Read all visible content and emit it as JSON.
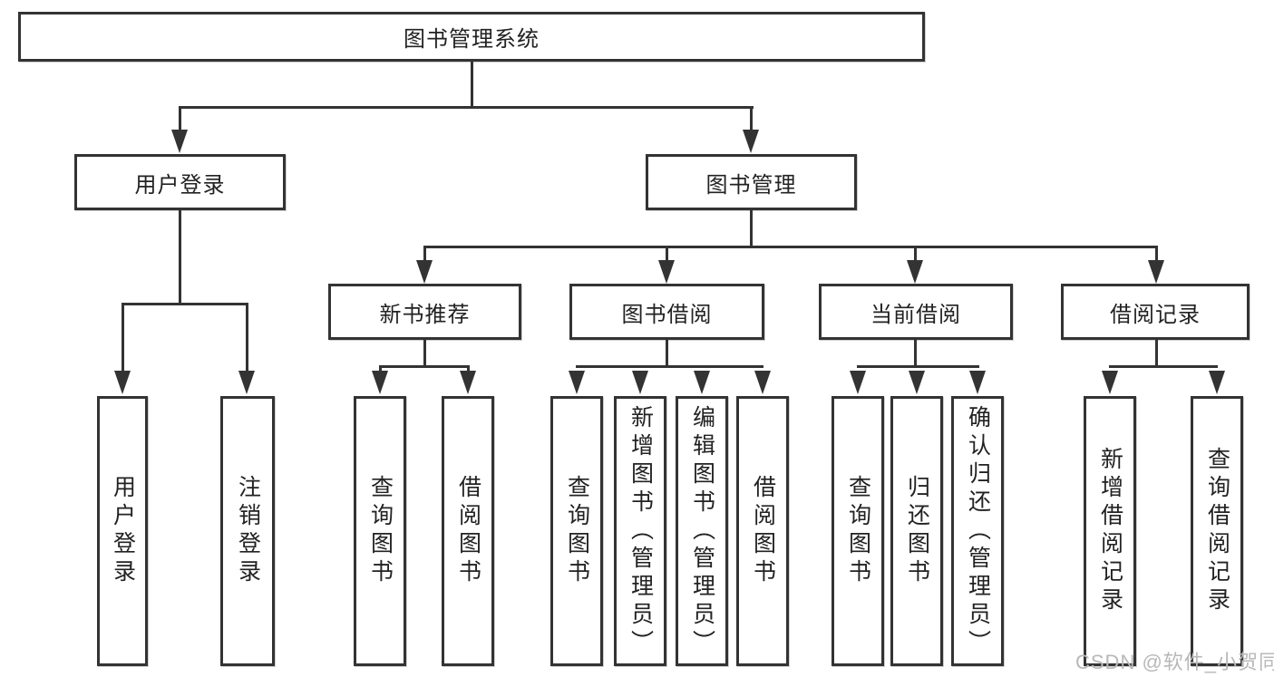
{
  "diagram_type": "hierarchy-tree",
  "tree": {
    "root": {
      "label": "图书管理系统"
    },
    "branches": [
      {
        "label": "用户登录",
        "leaves": [
          "用户登录",
          "注销登录"
        ]
      },
      {
        "label": "图书管理",
        "children": [
          {
            "label": "新书推荐",
            "leaves": [
              "查询图书",
              "借阅图书"
            ]
          },
          {
            "label": "图书借阅",
            "leaves": [
              "查询图书",
              "新增图书（管理员）",
              "编辑图书（管理员）",
              "借阅图书"
            ]
          },
          {
            "label": "当前借阅",
            "leaves": [
              "查询图书",
              "归还图书",
              "确认归还（管理员）"
            ]
          },
          {
            "label": "借阅记录",
            "leaves": [
              "新增借阅记录",
              "查询借阅记录"
            ]
          }
        ]
      }
    ]
  },
  "watermark": {
    "text": "CSDN @软件_小贺同学",
    "color": "#b8b8b8"
  },
  "colors": {
    "background": "#ffffff",
    "box_border": "#333333",
    "connector_line": "#333333",
    "text": "#222222"
  }
}
